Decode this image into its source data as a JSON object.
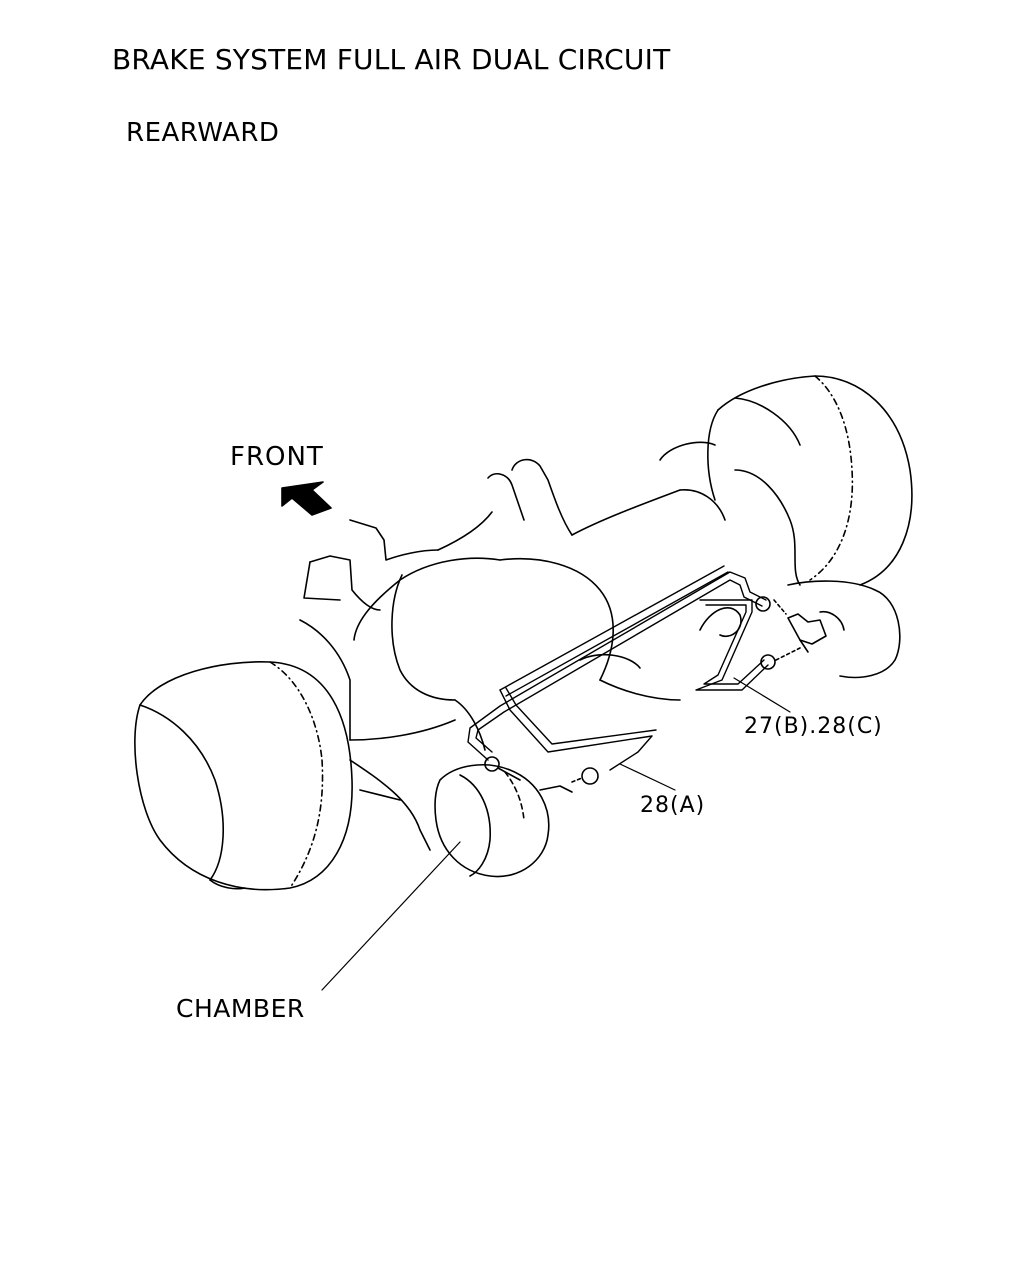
{
  "title": "BRAKE SYSTEM FULL AIR DUAL CIRCUIT",
  "subtitle": "REARWARD",
  "labels": {
    "front": "FRONT",
    "part_27b_28c": "27(B).28(C)",
    "part_28a": "28(A)",
    "chamber": "CHAMBER"
  },
  "colors": {
    "line": "#000000",
    "background": "#ffffff"
  },
  "icons": {
    "front_direction": "front-arrow-icon"
  }
}
